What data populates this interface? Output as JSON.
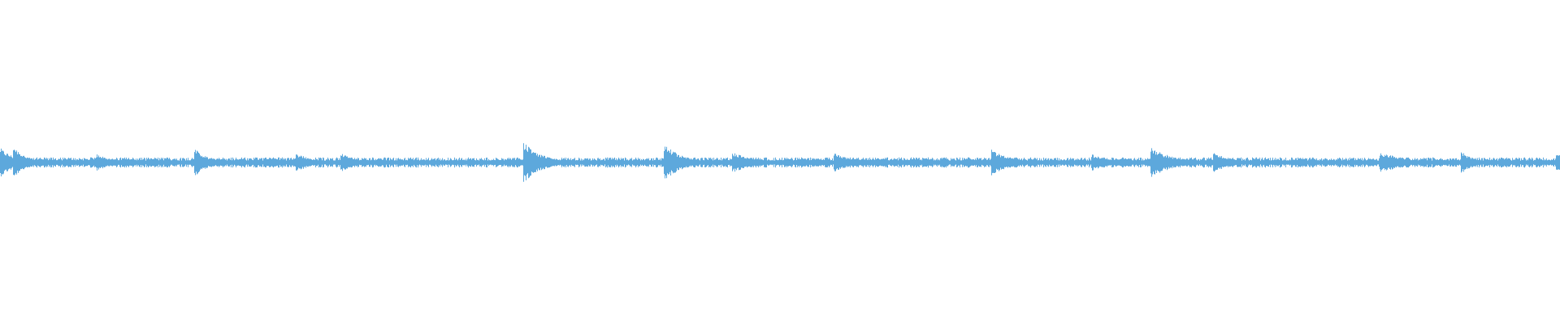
{
  "waveform": {
    "color": "#5DA8DC",
    "background": "#ffffff",
    "baseline_amplitude": 0.012,
    "onsets": [
      {
        "t": 0.0,
        "amp": 0.045,
        "decay": 0.01
      },
      {
        "t": 0.009,
        "amp": 0.05,
        "decay": 0.008
      },
      {
        "t": 0.062,
        "amp": 0.025,
        "decay": 0.012
      },
      {
        "t": 0.125,
        "amp": 0.045,
        "decay": 0.008
      },
      {
        "t": 0.19,
        "amp": 0.03,
        "decay": 0.01
      },
      {
        "t": 0.219,
        "amp": 0.03,
        "decay": 0.01
      },
      {
        "t": 0.336,
        "amp": 0.06,
        "decay": 0.012
      },
      {
        "t": 0.426,
        "amp": 0.055,
        "decay": 0.012
      },
      {
        "t": 0.47,
        "amp": 0.03,
        "decay": 0.015
      },
      {
        "t": 0.535,
        "amp": 0.03,
        "decay": 0.012
      },
      {
        "t": 0.636,
        "amp": 0.04,
        "decay": 0.012
      },
      {
        "t": 0.7,
        "amp": 0.025,
        "decay": 0.012
      },
      {
        "t": 0.738,
        "amp": 0.045,
        "decay": 0.015
      },
      {
        "t": 0.778,
        "amp": 0.03,
        "decay": 0.012
      },
      {
        "t": 0.885,
        "amp": 0.032,
        "decay": 0.018
      },
      {
        "t": 0.937,
        "amp": 0.035,
        "decay": 0.008
      },
      {
        "t": 0.998,
        "amp": 0.03,
        "decay": 0.008
      }
    ]
  }
}
